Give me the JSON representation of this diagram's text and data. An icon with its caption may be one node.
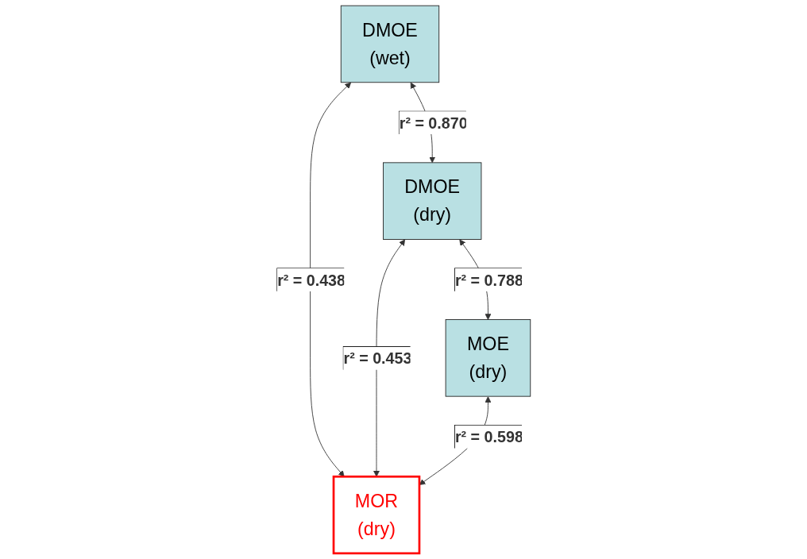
{
  "diagram": {
    "nodes": [
      {
        "text": [
          "DMOE",
          "(wet)"
        ]
      },
      {
        "text": [
          "DMOE",
          "(dry)"
        ]
      },
      {
        "text": [
          "MOE",
          "(dry)"
        ]
      },
      {
        "text": [
          "MOR",
          "(dry)"
        ]
      }
    ],
    "edges": [
      {
        "from": 0,
        "to": 1,
        "arrow": "both",
        "label": "r² = 0.870"
      },
      {
        "from": 0,
        "to": 3,
        "arrow": "both",
        "label": "r² = 0.438"
      },
      {
        "from": 1,
        "to": 3,
        "arrow": "both",
        "label": "r² = 0.453"
      },
      {
        "from": 1,
        "to": 2,
        "arrow": "both",
        "label": "r² = 0.788"
      },
      {
        "from": 2,
        "to": 3,
        "arrow": "both",
        "label": "r² = 0.598"
      }
    ]
  }
}
